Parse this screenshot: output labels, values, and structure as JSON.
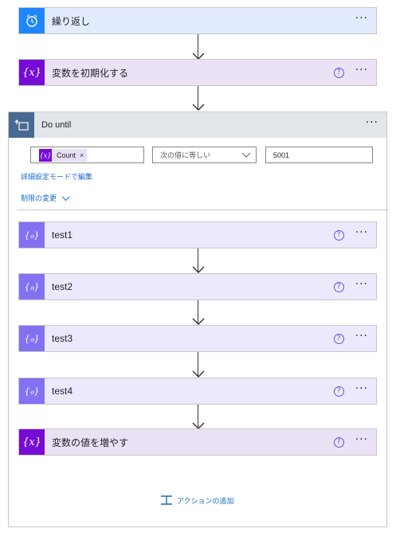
{
  "flow": {
    "recurrence": {
      "title": "繰り返し",
      "more": "···",
      "icon": "alarm-clock-icon",
      "color": "#1f85ff",
      "bg": "#e3ecfe"
    },
    "init_variable": {
      "title": "変数を初期化する",
      "help": "?",
      "more": "···",
      "icon": "variable-icon",
      "color": "#770bd6",
      "bg": "#ebe2f6"
    },
    "do_until": {
      "title": "Do until",
      "more": "···",
      "icon": "loop-icon",
      "header_color": "#486991",
      "condition": {
        "token_label": "Count",
        "token_close": "×",
        "operator": "次の値に等しい",
        "value": "5001"
      },
      "advanced_link": "詳細設定モードで編集",
      "limit_link": "制限の変更",
      "actions": [
        {
          "title": "test1",
          "help": "?",
          "more": "···",
          "icon": "set-variable-icon"
        },
        {
          "title": "test2",
          "help": "?",
          "more": "···",
          "icon": "set-variable-icon"
        },
        {
          "title": "test3",
          "help": "?",
          "more": "···",
          "icon": "set-variable-icon"
        },
        {
          "title": "test4",
          "help": "?",
          "more": "···",
          "icon": "set-variable-icon"
        },
        {
          "title": "変数の値を増やす",
          "help": "?",
          "more": "···",
          "icon": "variable-icon"
        }
      ],
      "add_action": "アクションの追加",
      "set_var_color": "#8271f1",
      "set_var_bg": "#ece9fd"
    }
  }
}
